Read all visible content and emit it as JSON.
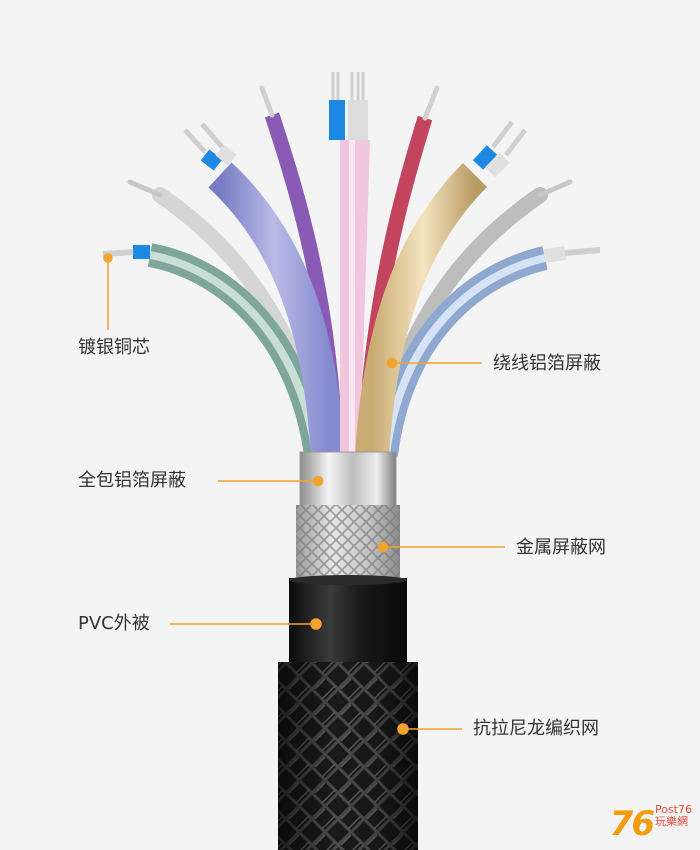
{
  "labels": {
    "silver_core": "镀银铜芯",
    "wrap_foil": "绕线铝箔屏蔽",
    "full_foil": "全包铝箔屏蔽",
    "metal_mesh": "金属屏蔽网",
    "pvc": "PVC外被",
    "nylon": "抗拉尼龙编织网"
  },
  "watermark": {
    "big": "76",
    "top": "Post76",
    "bottom": "玩樂網"
  },
  "colors": {
    "accent": "#f2a22e",
    "jacket": "#1c1c1c"
  }
}
